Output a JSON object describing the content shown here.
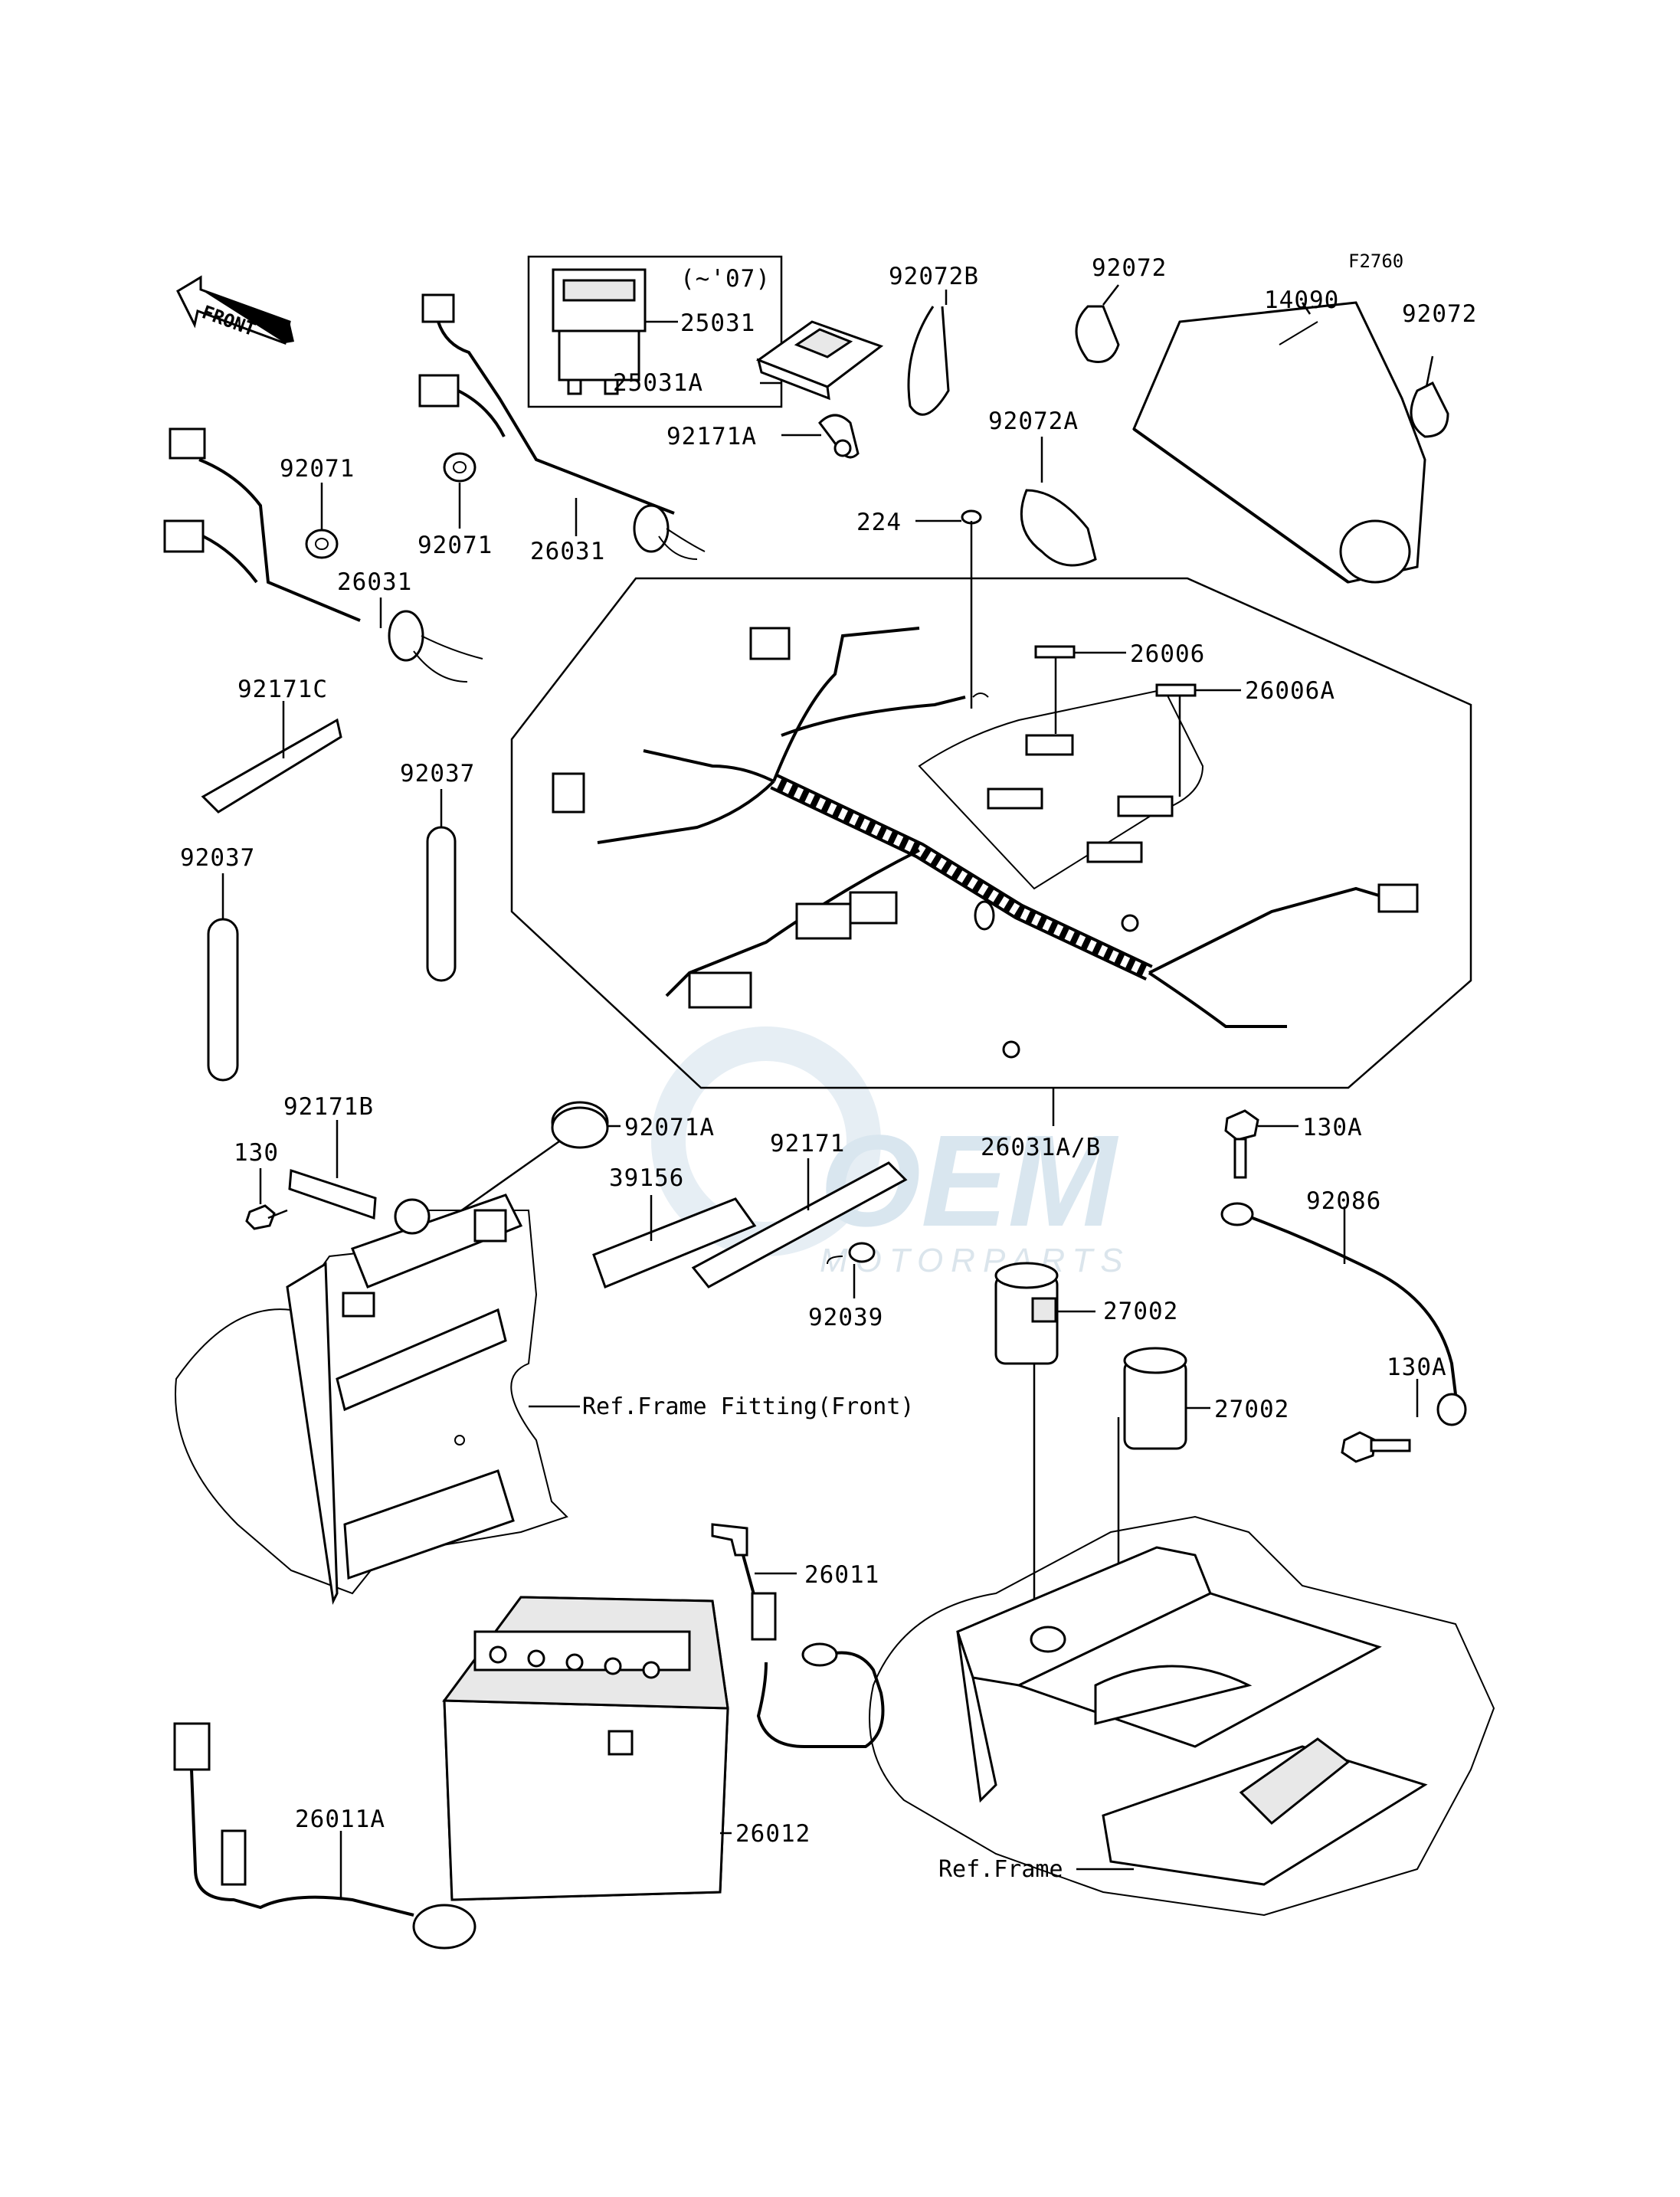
{
  "diagram": {
    "figure_code": "F2760",
    "front_label": "FRONT",
    "variant_note": "(~'07)",
    "watermark": {
      "brand": "OEM",
      "sub": "MOTORPARTS"
    },
    "refs": {
      "frame_fitting": "Ref.Frame Fitting(Front)",
      "frame": "Ref.Frame"
    },
    "parts": {
      "p25031": "25031",
      "p25031A": "25031A",
      "p92072B": "92072B",
      "p92072a_top": "92072",
      "p14090": "14090",
      "p92072b_top": "92072",
      "p92171A": "92171A",
      "p92072A": "92072A",
      "p224": "224",
      "p92071_left": "92071",
      "p92071_mid": "92071",
      "p26031_left": "26031",
      "p26031_mid": "26031",
      "p26006": "26006",
      "p26006A": "26006A",
      "p92171C": "92171C",
      "p92037_right": "92037",
      "p92037_left": "92037",
      "p92171B": "92171B",
      "p130": "130",
      "p92071A": "92071A",
      "p92171": "92171",
      "p39156": "39156",
      "p26031AB": "26031A/B",
      "p130A_top": "130A",
      "p92086": "92086",
      "p27002_a": "27002",
      "p27002_b": "27002",
      "p130A_bottom": "130A",
      "p92039": "92039",
      "p26011": "26011",
      "p26011A": "26011A",
      "p26012": "26012"
    }
  }
}
